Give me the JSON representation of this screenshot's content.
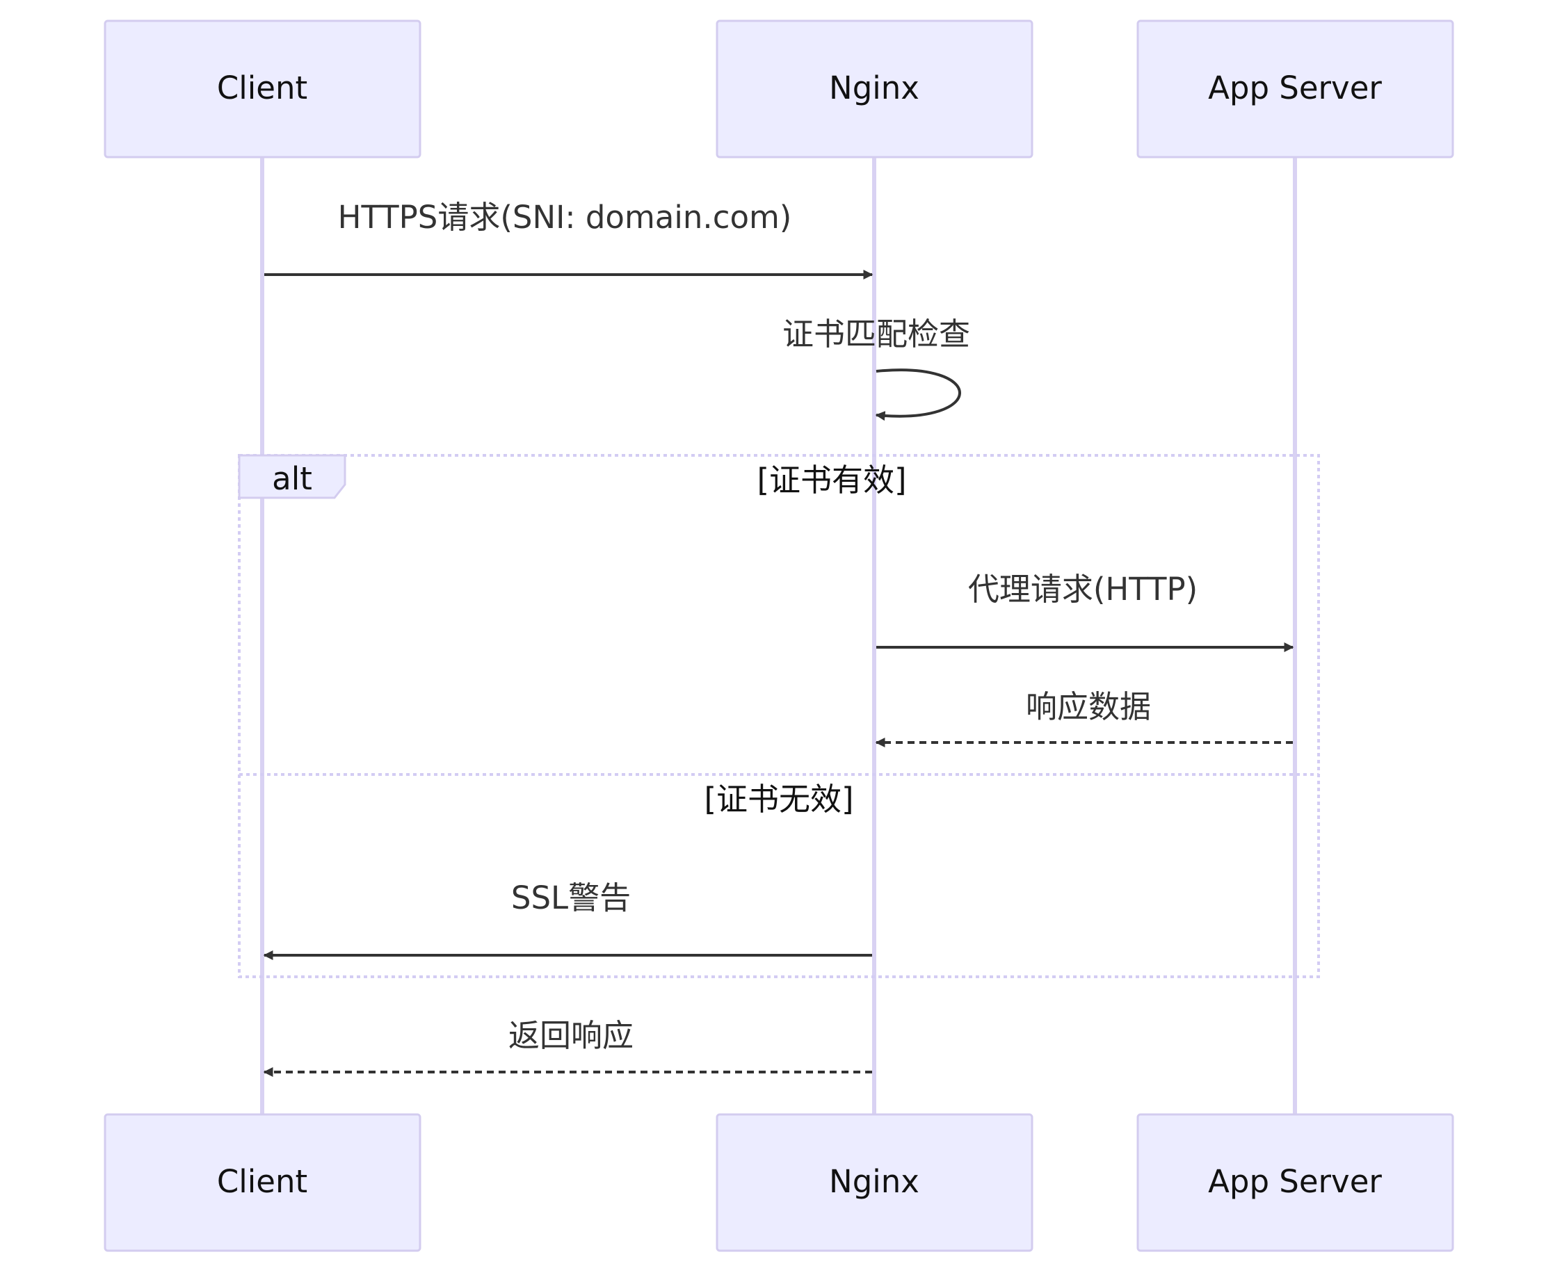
{
  "participants": [
    {
      "id": "client",
      "label": "Client"
    },
    {
      "id": "nginx",
      "label": "Nginx"
    },
    {
      "id": "app",
      "label": "App Server"
    }
  ],
  "messages": [
    {
      "from": "client",
      "to": "nginx",
      "label": "HTTPS请求(SNI: domain.com)",
      "style": "solid"
    },
    {
      "from": "nginx",
      "to": "nginx",
      "label": "证书匹配检查",
      "style": "solid"
    },
    {
      "from": "nginx",
      "to": "app",
      "label": "代理请求(HTTP)",
      "style": "solid"
    },
    {
      "from": "app",
      "to": "nginx",
      "label": "响应数据",
      "style": "dashed"
    },
    {
      "from": "nginx",
      "to": "client",
      "label": "SSL警告",
      "style": "solid"
    },
    {
      "from": "nginx",
      "to": "client",
      "label": "返回响应",
      "style": "dashed"
    }
  ],
  "alt_block": {
    "tag": "alt",
    "guard_valid": "[证书有效]",
    "guard_invalid": "[证书无效]"
  },
  "colors": {
    "actor_fill": "#ECECFF",
    "actor_stroke": "#D3CCEF",
    "lifeline": "#D9D2F3",
    "arrow": "#333333"
  }
}
